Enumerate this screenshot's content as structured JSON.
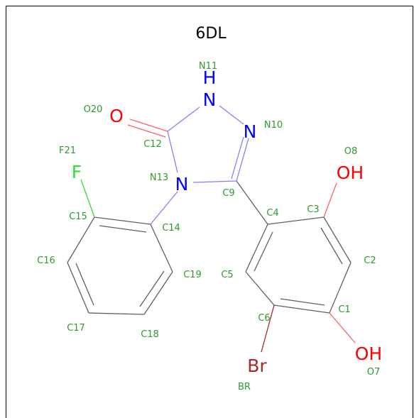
{
  "title": "6DL",
  "colors": {
    "carbon_bond": "#606060",
    "nitrogen": "#0000ff",
    "oxygen": "#ff0000",
    "fluorine": "#33dd33",
    "bromine": "#a52a2a",
    "atom_label": "#2e9a2e"
  },
  "atoms": {
    "N11": "N",
    "H11": "H",
    "N10": "N",
    "N13": "N",
    "O20": "O",
    "F21": "F",
    "O8": "OH",
    "O7": "OH",
    "BR": "Br"
  },
  "labels": {
    "N11": "N11",
    "O20": "O20",
    "N10": "N10",
    "O8": "O8",
    "F21": "F21",
    "C12": "C12",
    "N13": "N13",
    "C9": "C9",
    "C4": "C4",
    "C3": "C3",
    "C15": "C15",
    "C14": "C14",
    "C2": "C2",
    "C16": "C16",
    "C19": "C19",
    "C5": "C5",
    "C1": "C1",
    "C6": "C6",
    "C17": "C17",
    "C18": "C18",
    "O7": "O7",
    "BR": "BR"
  }
}
